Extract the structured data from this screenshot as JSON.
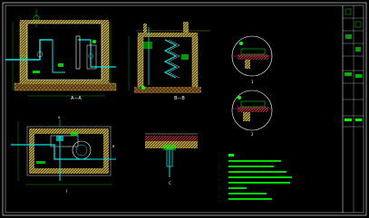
{
  "section_labels": {
    "aa": "A—A",
    "bb": "B—B",
    "plan": "I",
    "detail_c": "C",
    "circle_1": "1",
    "circle_2": "2",
    "marker_a": "A",
    "marker_b": "B"
  },
  "colors": {
    "background": "#000000",
    "frame": "#ffffff",
    "concrete": "#e8d97a",
    "concrete_alt": "#c9a85a",
    "pipe": "#00e5e5",
    "annotation": "#00ff00",
    "outline": "#ffffff",
    "hatch_red": "#ff3b3b",
    "accent_magenta": "#ff33cc"
  }
}
